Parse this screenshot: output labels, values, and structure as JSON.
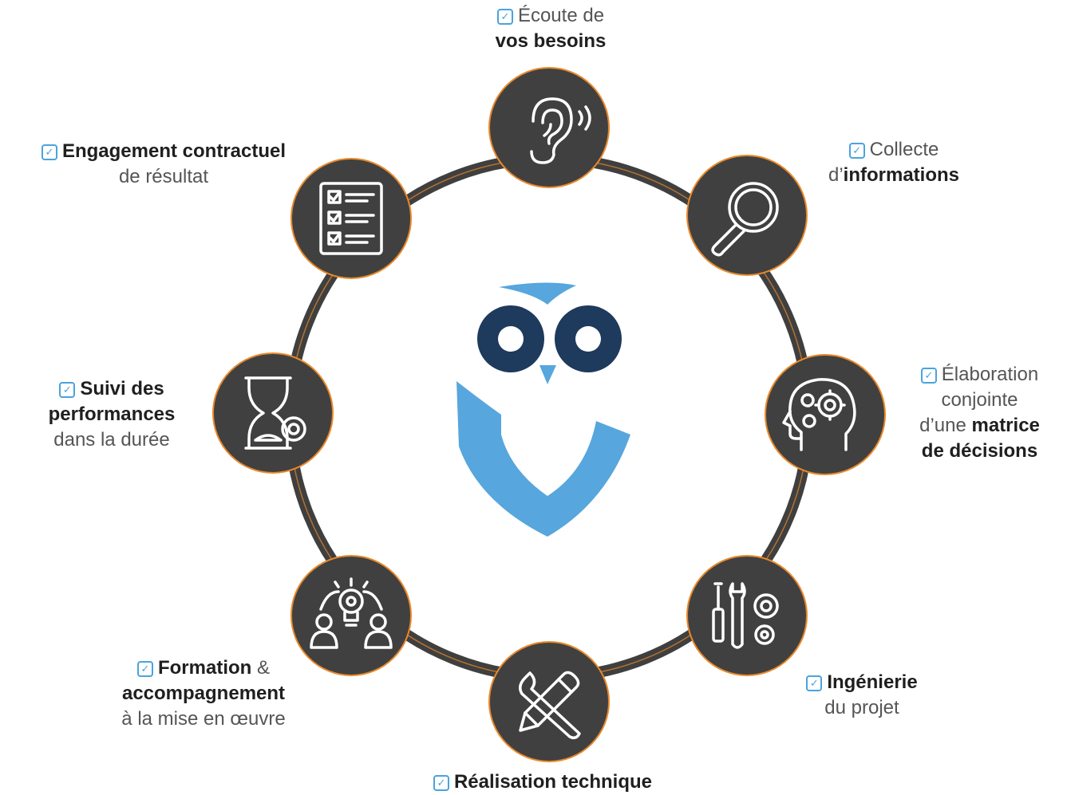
{
  "colors": {
    "ring": "#3f3f3f",
    "ring_accent": "#e8892b",
    "node_fill": "#404040",
    "icon_stroke": "#ffffff",
    "owl_eye": "#1e3a5c",
    "owl_shield": "#57a6dd",
    "check": "#4aa3dd"
  },
  "check_mark": "✓",
  "steps": [
    {
      "id": "ecoute",
      "icon": "ear-icon",
      "lines": [
        [
          "Écoute de",
          ""
        ],
        [
          "",
          "vos besoins"
        ]
      ]
    },
    {
      "id": "collecte",
      "icon": "magnifier-icon",
      "lines": [
        [
          "Collecte",
          ""
        ],
        [
          "d’",
          "informations"
        ]
      ]
    },
    {
      "id": "elaboration",
      "icon": "brain-gears-icon",
      "lines": [
        [
          "Élaboration",
          ""
        ],
        [
          "conjointe",
          ""
        ],
        [
          "d’une ",
          "matrice"
        ],
        [
          "",
          "de décisions"
        ]
      ]
    },
    {
      "id": "ingenierie",
      "icon": "tools-gears-icon",
      "lines": [
        [
          "",
          "Ingénierie"
        ],
        [
          "du projet",
          ""
        ]
      ]
    },
    {
      "id": "realisation",
      "icon": "wrench-pencil-icon",
      "lines": [
        [
          "",
          "Réalisation technique"
        ]
      ]
    },
    {
      "id": "formation",
      "icon": "team-idea-icon",
      "lines": [
        [
          "",
          "Formation",
          " &"
        ],
        [
          "",
          "accompagnement"
        ],
        [
          "à la mise en œuvre",
          ""
        ]
      ]
    },
    {
      "id": "suivi",
      "icon": "hourglass-gear-icon",
      "lines": [
        [
          "",
          "Suivi des"
        ],
        [
          "",
          "performances"
        ],
        [
          "dans la durée",
          ""
        ]
      ]
    },
    {
      "id": "engagement",
      "icon": "checklist-icon",
      "lines": [
        [
          "",
          "Engagement contractuel"
        ],
        [
          "de résultat",
          ""
        ]
      ]
    }
  ]
}
